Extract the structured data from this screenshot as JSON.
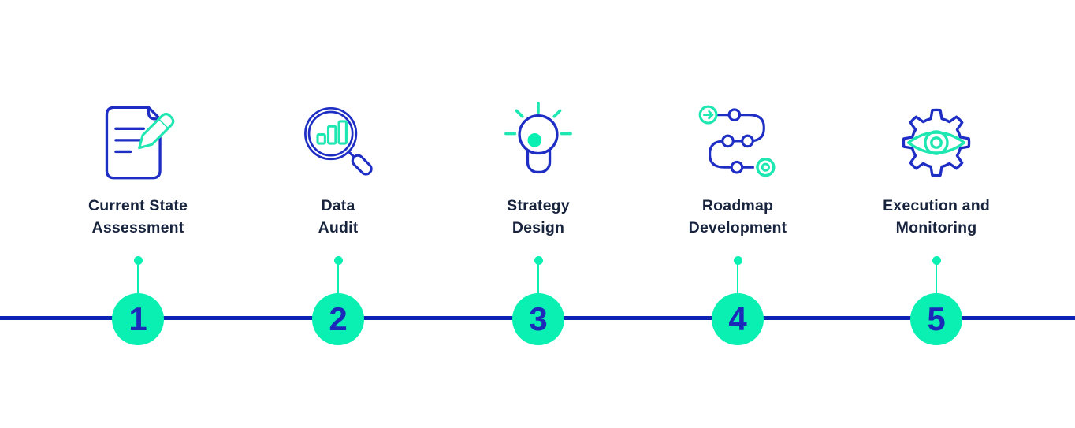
{
  "diagram": {
    "type": "process-timeline",
    "step_count": 5,
    "colors": {
      "timeline_blue": "#0d23b4",
      "icon_outline_blue": "#1e2ec4",
      "accent_teal": "#0af0b2",
      "number_blue": "#1b2ab8",
      "label_text": "#18243d",
      "background": "#ffffff"
    },
    "steps": [
      {
        "number": "1",
        "label_line1": "Current State",
        "label_line2": "Assessment",
        "icon": "document-pencil-icon"
      },
      {
        "number": "2",
        "label_line1": "Data",
        "label_line2": "Audit",
        "icon": "magnifier-bar-chart-icon"
      },
      {
        "number": "3",
        "label_line1": "Strategy",
        "label_line2": "Design",
        "icon": "lightbulb-icon"
      },
      {
        "number": "4",
        "label_line1": "Roadmap",
        "label_line2": "Development",
        "icon": "roadmap-path-icon"
      },
      {
        "number": "5",
        "label_line1": "Execution and",
        "label_line2": "Monitoring",
        "icon": "gear-eye-icon"
      }
    ]
  }
}
